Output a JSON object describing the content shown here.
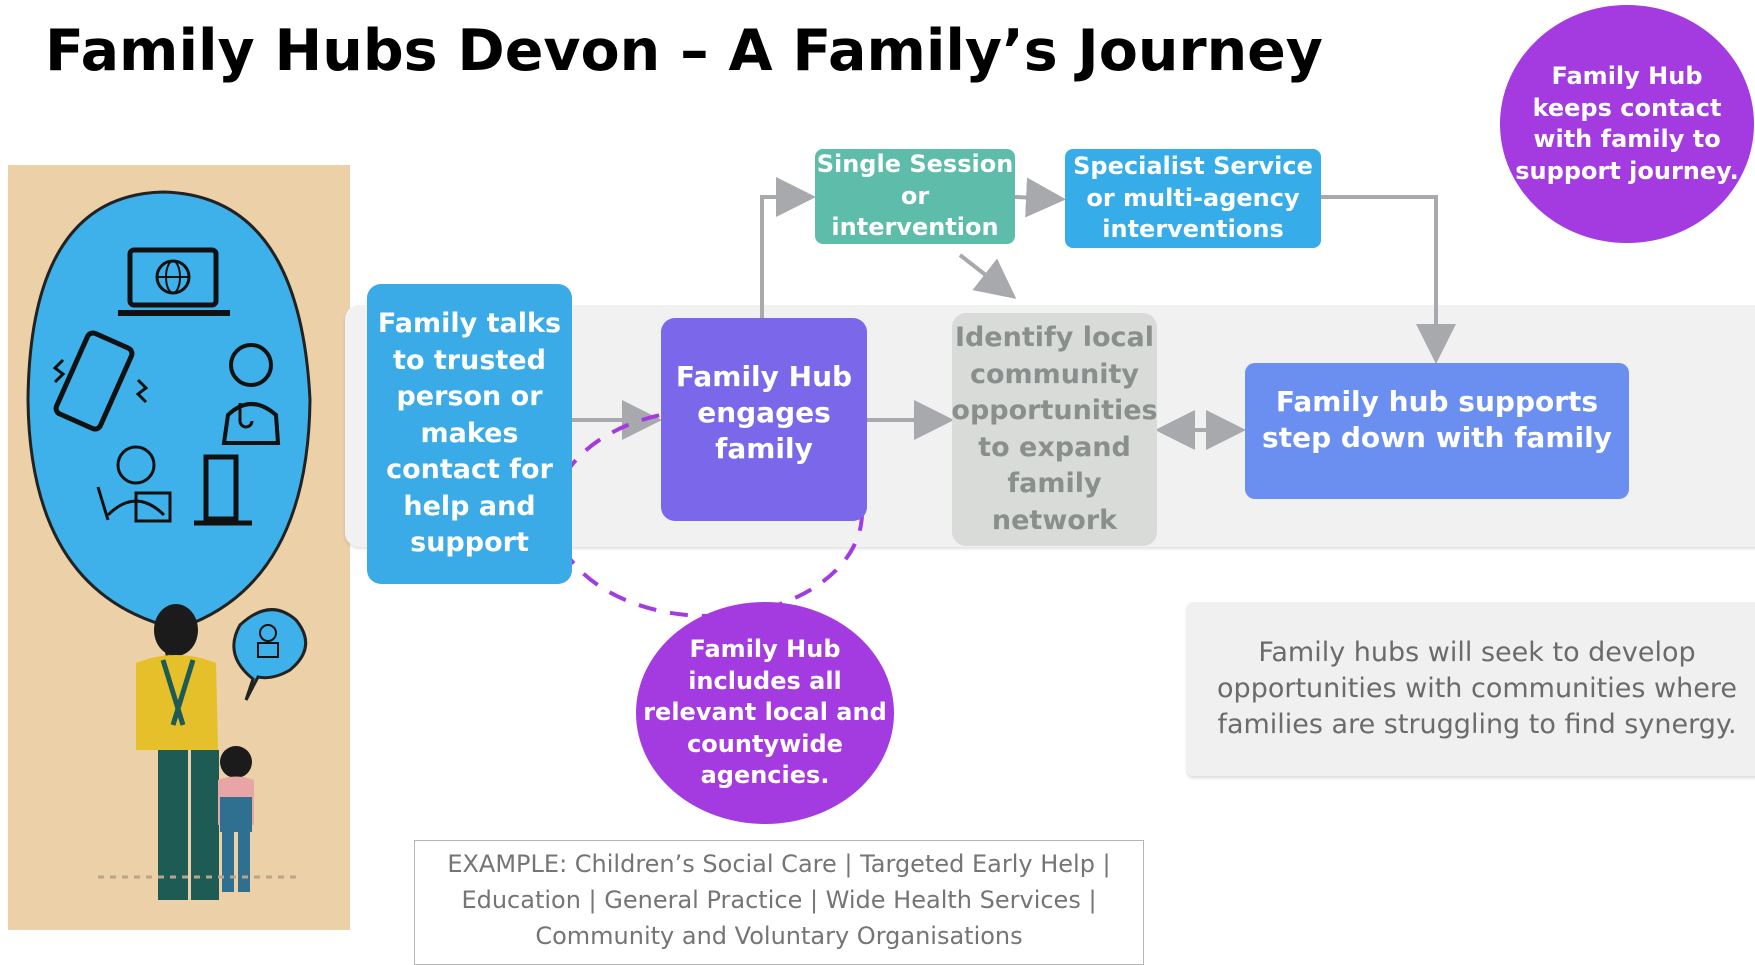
{
  "title": "Family Hubs Devon – A Family’s Journey",
  "nodes": {
    "family_talks": "Family talks to trusted person or makes contact for help and support",
    "hub_engages": "Family Hub engages family",
    "single_session": "Single Session or intervention",
    "specialist": "Specialist Service or multi-agency interventions",
    "identify_local": "Identify local community opportunities to expand family network",
    "step_down": "Family hub supports step down with family"
  },
  "callouts": {
    "keeps_contact": "Family Hub keeps contact with family to support journey.",
    "includes_agencies": "Family Hub includes all relevant local and countywide agencies.",
    "seek_opportunities": "Family hubs will seek to develop opportunities with communities where families are struggling to find synergy.",
    "example_agencies": "EXAMPLE:  Children’s Social Care | Targeted Early Help | Education | General Practice | Wide Health Services | Community and Voluntary Organisations"
  },
  "illustration": {
    "icons": [
      "laptop-globe-icon",
      "mobile-phone-icon",
      "doctor-icon",
      "teacher-icon",
      "door-icon"
    ]
  },
  "colors": {
    "talks": "#3aabe6",
    "engages": "#7a67ea",
    "single": "#5dbcaa",
    "specialist": "#36ade8",
    "identify": "#d8dbd8",
    "stepdown": "#6b8ff0",
    "circle": "#a33be0"
  }
}
